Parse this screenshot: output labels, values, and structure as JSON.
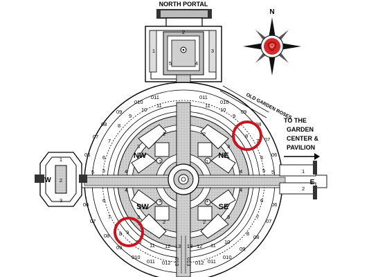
{
  "north_portal": {
    "title": "NORTH PORTAL",
    "bed_numbers": [
      "1",
      "2",
      "3",
      "4",
      "5"
    ]
  },
  "compass": {
    "north_label": "N",
    "emblem": "rose-icon",
    "accent": "#d42a2a"
  },
  "arc_label": "OLD GARDEN ROSES",
  "direction_sign": {
    "lines": [
      "TO THE",
      "GARDEN",
      "CENTER &",
      "PAVILION"
    ]
  },
  "west_structure": {
    "label": "W",
    "bed_numbers": [
      "1",
      "2",
      "3"
    ]
  },
  "east_path": {
    "label": "E",
    "bed_numbers": [
      "1",
      "2"
    ]
  },
  "quadrants": [
    "NW",
    "NE",
    "SW",
    "SE"
  ],
  "highlight_color": "#c8141e",
  "highlighted_beds": [
    "8",
    "9"
  ],
  "inner_bed_numbers": [
    "1",
    "2",
    "3",
    "4",
    "5"
  ],
  "outer_bed_numbers": [
    "06",
    "07",
    "08",
    "09",
    "010",
    "011",
    "012",
    "013"
  ],
  "ring_bed_numbers": [
    "6",
    "7",
    "8",
    "9",
    "10",
    "11",
    "12",
    "13"
  ],
  "south_numbers": [
    "13",
    "13",
    "013",
    "013"
  ]
}
